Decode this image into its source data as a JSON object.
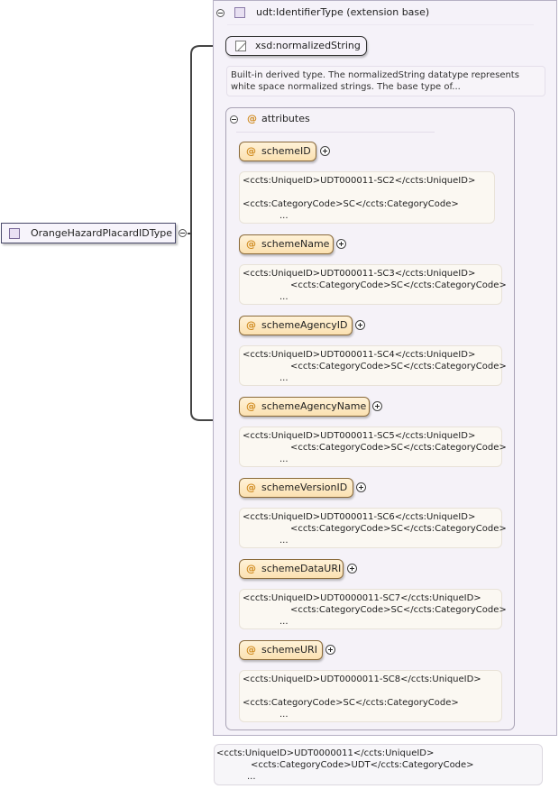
{
  "root": {
    "label": "OrangeHazardPlacardIDType"
  },
  "complex_type": {
    "title": "udt:IdentifierType (extension base)",
    "base": {
      "label": "xsd:normalizedString",
      "doc": "Built-in derived type. The normalizedString datatype represents white space normalized strings. The base type of..."
    },
    "attributes_group": {
      "title": "attributes",
      "items": [
        {
          "name": "schemeID",
          "doc_line1": "<ccts:UniqueID>UDT000011-SC2</ccts:UniqueID>",
          "doc_line2": "<ccts:CategoryCode>SC</ccts:CategoryCode>",
          "doc_more": "..."
        },
        {
          "name": "schemeName",
          "doc_line1": "<ccts:UniqueID>UDT000011-SC3</ccts:UniqueID>",
          "doc_line2": "<ccts:CategoryCode>SC</ccts:CategoryCode>",
          "doc_more": "..."
        },
        {
          "name": "schemeAgencyID",
          "doc_line1": "<ccts:UniqueID>UDT000011-SC4</ccts:UniqueID>",
          "doc_line2": "<ccts:CategoryCode>SC</ccts:CategoryCode>",
          "doc_more": "..."
        },
        {
          "name": "schemeAgencyName",
          "doc_line1": "<ccts:UniqueID>UDT000011-SC5</ccts:UniqueID>",
          "doc_line2": "<ccts:CategoryCode>SC</ccts:CategoryCode>",
          "doc_more": "..."
        },
        {
          "name": "schemeVersionID",
          "doc_line1": "<ccts:UniqueID>UDT000011-SC6</ccts:UniqueID>",
          "doc_line2": "<ccts:CategoryCode>SC</ccts:CategoryCode>",
          "doc_more": "..."
        },
        {
          "name": "schemeDataURI",
          "doc_line1": "<ccts:UniqueID>UDT0000011-SC7</ccts:UniqueID>",
          "doc_line2": "<ccts:CategoryCode>SC</ccts:CategoryCode>",
          "doc_more": "..."
        },
        {
          "name": "schemeURI",
          "doc_line1": "<ccts:UniqueID>UDT0000011-SC8</ccts:UniqueID>",
          "doc_line2": "<ccts:CategoryCode>SC</ccts:CategoryCode>",
          "doc_more": "..."
        }
      ]
    }
  },
  "bottom_doc": {
    "line1": "<ccts:UniqueID>UDT0000011</ccts:UniqueID>",
    "line2": "<ccts:CategoryCode>UDT</ccts:CategoryCode>",
    "more": "..."
  },
  "colors": {
    "attribute_fill": "#fbe1b1",
    "container_fill": "#f5f2f9",
    "connector": "#444444"
  }
}
